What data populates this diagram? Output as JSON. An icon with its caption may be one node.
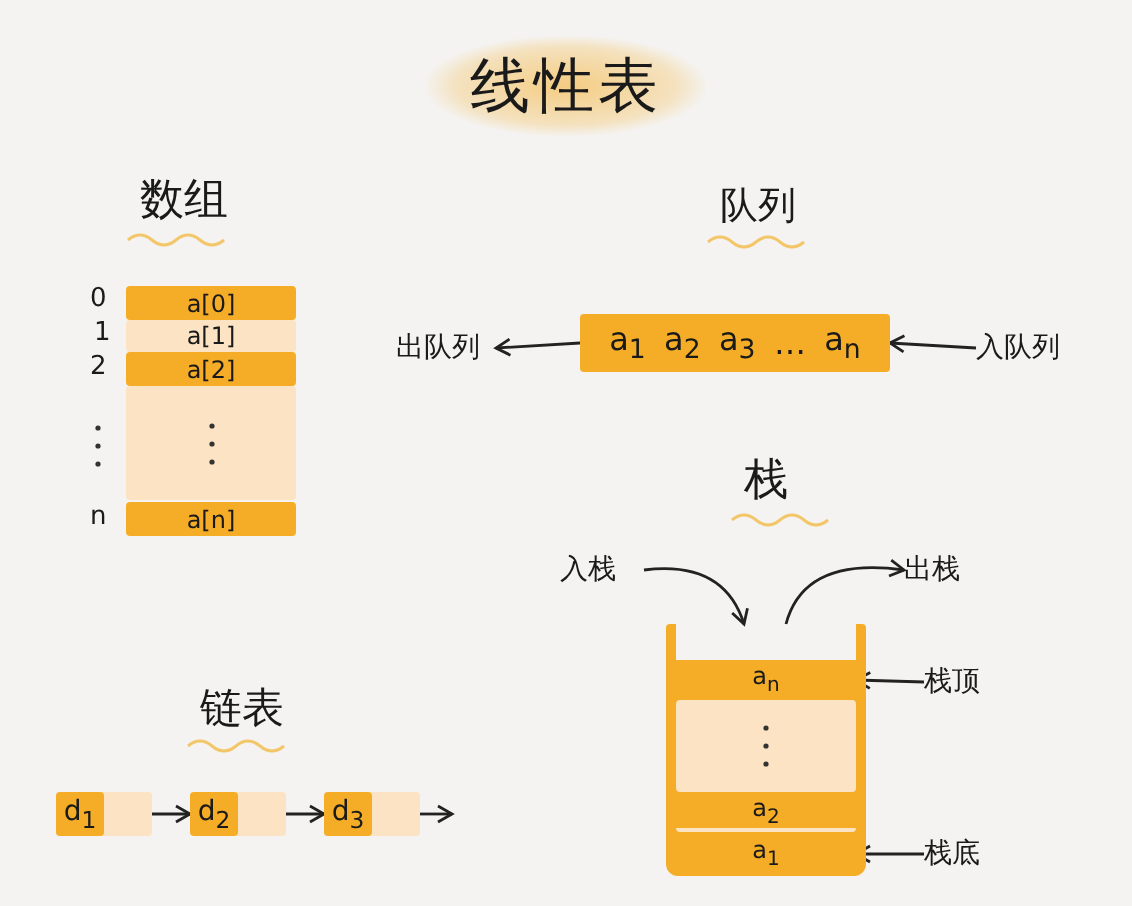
{
  "diagram": {
    "title": "线性表",
    "nodes": [
      {
        "text": [
          "a[0]"
        ]
      },
      {
        "text": [
          "a[1]"
        ]
      },
      {
        "text": [
          "a[2]"
        ]
      },
      {
        "text": [],
        "shape": "box"
      },
      {
        "text": [
          "a[n]"
        ]
      },
      {
        "text": [
          "a$_{1}$",
          "a$_{2}$",
          "a$_{3}$",
          "…",
          "a$_{n}$"
        ]
      },
      {
        "text": [
          "出队列"
        ]
      },
      {
        "text": [
          "入队列"
        ]
      },
      {
        "text": [],
        "shape": "box"
      },
      {
        "text": [
          "a$_{n}$"
        ],
        "in": 8
      },
      {
        "text": [],
        "shape": "box",
        "in": 8
      },
      {
        "text": [
          "a$_{2}$"
        ],
        "in": 8
      },
      {
        "text": [
          "a$_{1}$"
        ],
        "in": 8
      },
      {
        "text": [
          "入栈"
        ]
      },
      {
        "text": [
          "出栈"
        ]
      },
      {
        "text": [
          "栈顶"
        ]
      },
      {
        "text": [
          "栈底"
        ]
      },
      {
        "text": [
          "d$_{1}$"
        ]
      },
      {
        "text": [
          "d$_{2}$"
        ]
      },
      {
        "text": [
          "d$_{3}$"
        ]
      }
    ],
    "edges": [
      {
        "from": 5,
        "to": 6,
        "arrow": "to"
      },
      {
        "from": 7,
        "to": 5,
        "arrow": "to"
      },
      {
        "from": 13,
        "to": 8,
        "arrow": "to"
      },
      {
        "from": 8,
        "to": 14,
        "arrow": "to"
      },
      {
        "from": 15,
        "to": 9,
        "arrow": "to"
      },
      {
        "from": 16,
        "to": 12,
        "arrow": "to"
      },
      {
        "from": 17,
        "to": 18,
        "arrow": "to"
      },
      {
        "from": 18,
        "to": 19,
        "arrow": "to"
      },
      {
        "from": 19,
        "to": null,
        "arrow": "to"
      }
    ],
    "labels": [
      "数组",
      "0",
      "1",
      "2",
      "n",
      "队列",
      "栈",
      "链表"
    ]
  }
}
